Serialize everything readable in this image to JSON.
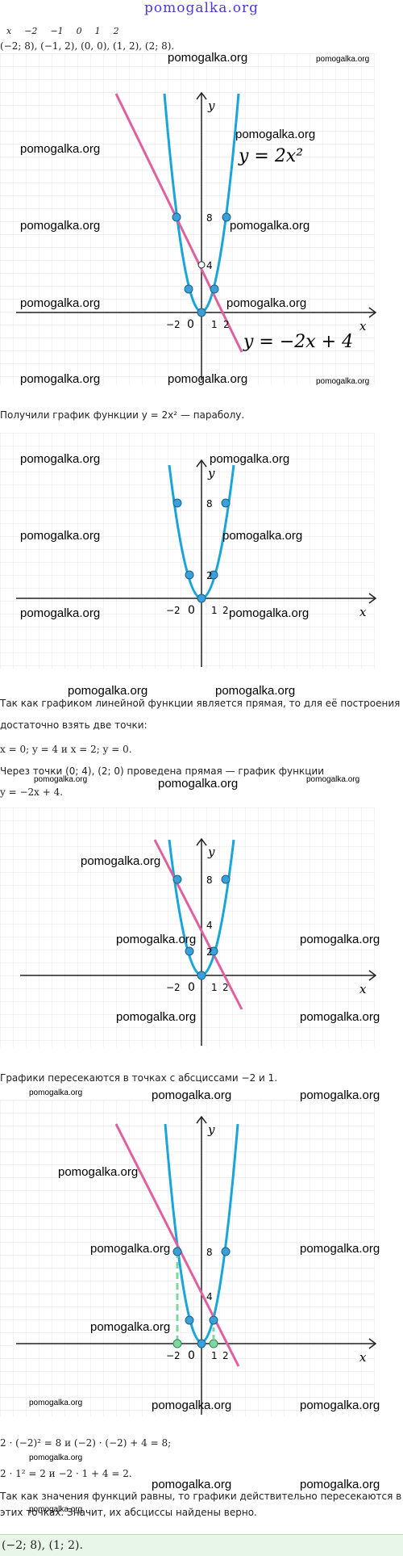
{
  "site_title": "pomogalka.org",
  "watermark": "pomogalka.org",
  "table_header": [
    "x",
    "−2",
    "−1",
    "0",
    "1",
    "2"
  ],
  "points_line": "(−2; 8), (−1, 2), (0, 0), (1, 2), (2; 8).",
  "graph1": {
    "eq_parabola": "y = 2x²",
    "eq_line": "y = −2x + 4",
    "axis_x": "x",
    "axis_y": "y",
    "tick_8": "8",
    "tick_4": "4",
    "tick_m2": "−2",
    "tick_0": "0",
    "tick_1": "1",
    "tick_2": "2"
  },
  "text_parabola": "Получили график функции y = 2x² — параболу.",
  "graph2": {
    "axis_x": "x",
    "axis_y": "y",
    "tick_8": "8",
    "tick_2": "2",
    "tick_m2": "−2",
    "tick_0": "0",
    "tick_1": "1",
    "tick_2x": "2"
  },
  "text_line_1": "Так как графиком линейной функции является прямая, то для её построения",
  "text_line_2": "достаточно взять две точки:",
  "text_points": "x = 0;  y = 4 и x = 2;  y = 0.",
  "text_through_1": "Через точки (0; 4), (2; 0) проведена прямая — график функции",
  "text_through_2": "y = −2x + 4.",
  "graph3": {
    "axis_x": "x",
    "axis_y": "y",
    "tick_8": "8",
    "tick_4": "4",
    "tick_2": "2",
    "tick_m2": "−2",
    "tick_0": "0",
    "tick_1": "1",
    "tick_2x": "2"
  },
  "text_intersect": "Графики пересекаются в точках с абсциссами −2 и 1.",
  "graph4": {
    "axis_x": "x",
    "axis_y": "y",
    "tick_8": "8",
    "tick_4": "4",
    "tick_m2": "−2",
    "tick_0": "0",
    "tick_1": "1",
    "tick_2": "2"
  },
  "check_1": "2 · (−2)² = 8 и (−2) · (−2) + 4 = 8;",
  "check_2": "2 · 1² = 2 и −2 · 1 + 4 = 2.",
  "conclusion_1": "Так как значения функций равны, то графики действительно пересекаются в",
  "conclusion_2": "этих точках. Значит, их абсциссы найдены верно.",
  "answer": "(−2; 8), (1; 2).",
  "colors": {
    "parabola": "#1aa5d8",
    "line": "#e0609f",
    "grid": "#e6e6e6",
    "answer_bg": "#e8f6e8",
    "site": "#4a3bd6",
    "dashed": "#7fd6a0"
  }
}
